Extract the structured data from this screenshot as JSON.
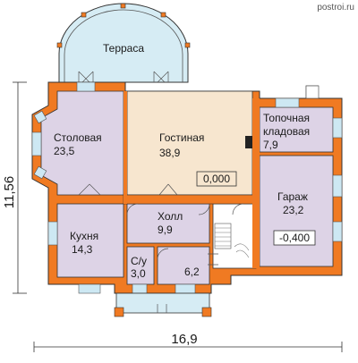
{
  "site": "postroi.ru",
  "colors": {
    "wall": "#f07a22",
    "room_default": "#ddd3e6",
    "room_living": "#f7e6cf",
    "terrace": "#d6ecf4",
    "window_glass": "#cde8f3",
    "line": "#333333"
  },
  "dimensions": {
    "width": "16,9",
    "height": "11,56"
  },
  "levels": {
    "living": "0,000",
    "garage": "-0,400"
  },
  "rooms": {
    "terrace": {
      "name": "Терраса"
    },
    "dining": {
      "name": "Столовая",
      "area": "23,5"
    },
    "living": {
      "name": "Гостиная",
      "area": "38,9"
    },
    "boiler": {
      "name_line1": "Топочная",
      "name_line2": "кладовая",
      "area": "7,9"
    },
    "garage": {
      "name": "Гараж",
      "area": "23,2"
    },
    "kitchen": {
      "name": "Кухня",
      "area": "14,3"
    },
    "hall": {
      "name": "Холл",
      "area": "9,9"
    },
    "wc": {
      "name": "С/у",
      "area": "3,0"
    },
    "small": {
      "area": "6,2"
    }
  }
}
